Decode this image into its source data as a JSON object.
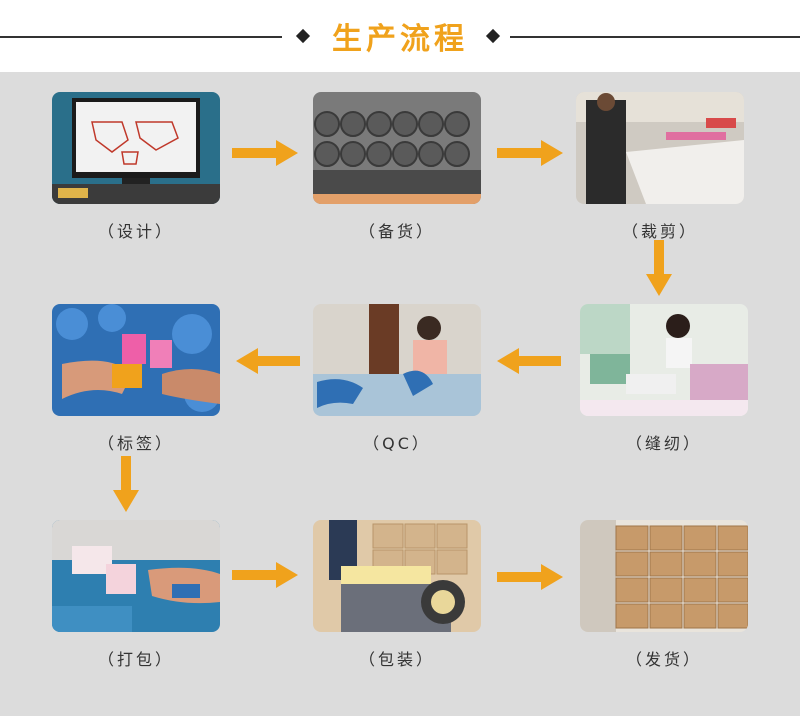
{
  "header": {
    "title": "生产流程"
  },
  "steps": [
    {
      "id": "design",
      "label": "（设计）",
      "icon": "cad-design-screen"
    },
    {
      "id": "stock",
      "label": "（备货）",
      "icon": "fabric-rolls"
    },
    {
      "id": "cutting",
      "label": "（裁剪）",
      "icon": "fabric-cutting"
    },
    {
      "id": "sewing",
      "label": "（缝纫）",
      "icon": "sewing-worker"
    },
    {
      "id": "qc",
      "label": "（QC）",
      "icon": "quality-check"
    },
    {
      "id": "tagging",
      "label": "（标签）",
      "icon": "tag-attaching"
    },
    {
      "id": "bagging",
      "label": "（打包）",
      "icon": "bagging"
    },
    {
      "id": "packing",
      "label": "（包装）",
      "icon": "strapping-machine"
    },
    {
      "id": "shipping",
      "label": "（发货）",
      "icon": "carton-boxes"
    }
  ],
  "colors": {
    "accent": "#f0a21c",
    "panel": "#dcdcdc"
  }
}
